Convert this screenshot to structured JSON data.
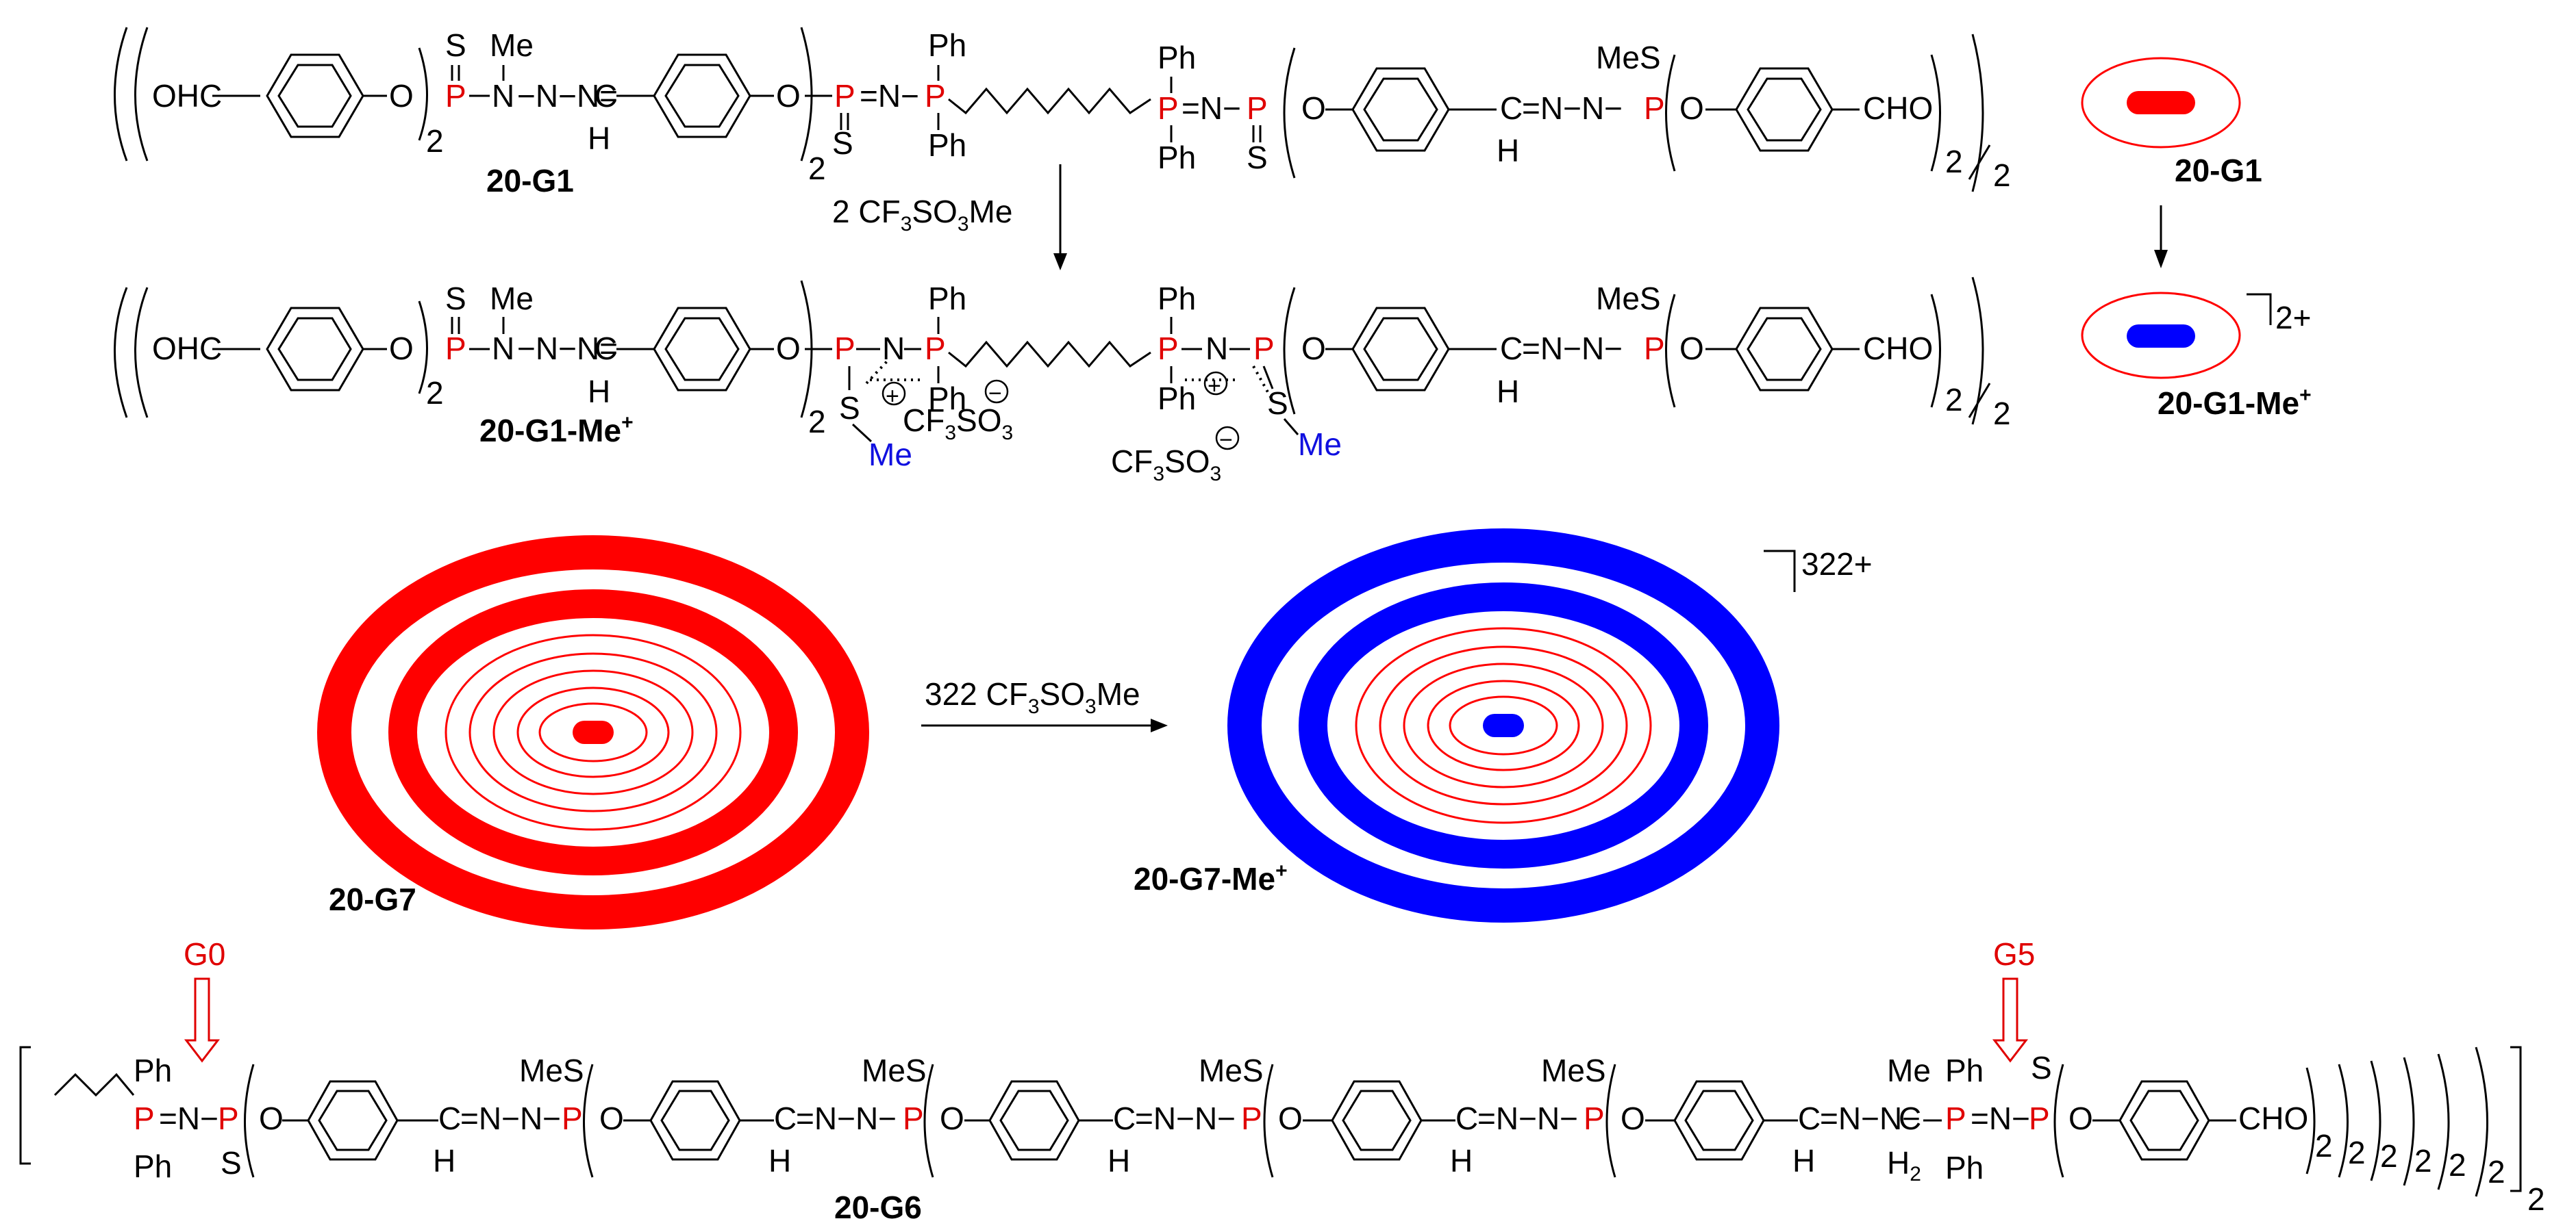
{
  "colors": {
    "neutral_core": "#ff0000",
    "methylated_core": "#0000ff",
    "phosphorus": "#e00000",
    "methyl": "#1010e0",
    "bond": "#000000"
  },
  "labels": {
    "g1": "20-G1",
    "g1_me": "20-G1-Me",
    "g1_me_sup": "+",
    "g7": "20-G7",
    "g7_me": "20-G7-Me",
    "g7_me_sup": "+",
    "g6": "20-G6",
    "charge_small": "2+",
    "charge_big": "322+",
    "marker_g0": "G0",
    "marker_g5": "G5"
  },
  "reagents": {
    "step1_prefix": "2 CF",
    "step1_sub": "3",
    "step1_mid": "SO",
    "step1_sub2": "3",
    "step1_suffix": "Me",
    "step2_prefix": "322 CF",
    "step2_sub": "3",
    "step2_mid": "SO",
    "step2_sub2": "3",
    "step2_suffix": "Me"
  },
  "chem": {
    "ohc": "OHC",
    "cho": "CHO",
    "O": "O",
    "P": "P",
    "N": "N",
    "S": "S",
    "H": "H",
    "Me": "Me",
    "MeS": "MeS",
    "Ph": "Ph",
    "C": "C",
    "H2": "H",
    "two": "2",
    "counter_prefix": "CF",
    "counter_sub": "3",
    "counter_mid": "SO",
    "counter_sub2": "3",
    "minus": "−",
    "plus": "+",
    "eq_link": "=N−",
    "hydrazone": "=N−N−",
    "nn": "−N−N=",
    "icon_minus": "circled-minus-icon",
    "icon_plus": "circled-plus-icon",
    "icon_ring": "benzene-ring-icon"
  },
  "rings": {
    "g7_concentric_count": 5,
    "g7_outer_bands": 2
  }
}
